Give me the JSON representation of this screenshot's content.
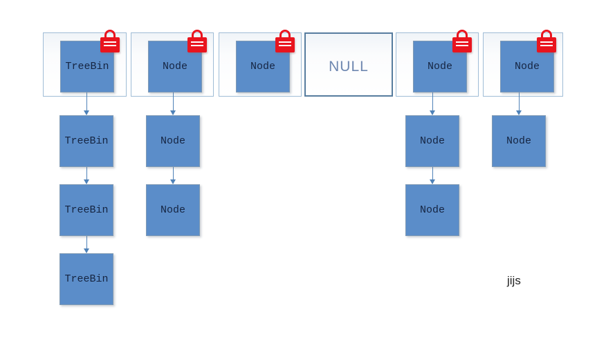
{
  "buckets": [
    {
      "label": "TreeBin",
      "locked": true
    },
    {
      "label": "Node",
      "locked": true
    },
    {
      "label": "Node",
      "locked": true
    },
    {
      "label": "NULL",
      "locked": false,
      "empty": true
    },
    {
      "label": "Node",
      "locked": true
    },
    {
      "label": "Node",
      "locked": true
    }
  ],
  "chains": [
    {
      "bucket_index": 0,
      "nodes": [
        "TreeBin",
        "TreeBin",
        "TreeBin"
      ]
    },
    {
      "bucket_index": 1,
      "nodes": [
        "Node",
        "Node"
      ]
    },
    {
      "bucket_index": 4,
      "nodes": [
        "Node",
        "Node"
      ]
    },
    {
      "bucket_index": 5,
      "nodes": [
        "Node"
      ]
    }
  ],
  "watermark": "jijs",
  "icons": {
    "lock": "lock-icon",
    "arrow": "arrow-down-icon"
  },
  "colors": {
    "node_fill": "#5b8dc9",
    "node_border": "#7e99b4",
    "node_text": "#152441",
    "lock_red": "#e9141e",
    "arrow": "#4f82b8",
    "cell_border": "#9fbcd6",
    "null_cell_border": "#567c9e",
    "null_text": "#6e87b0",
    "watermark_text": "#222222"
  }
}
